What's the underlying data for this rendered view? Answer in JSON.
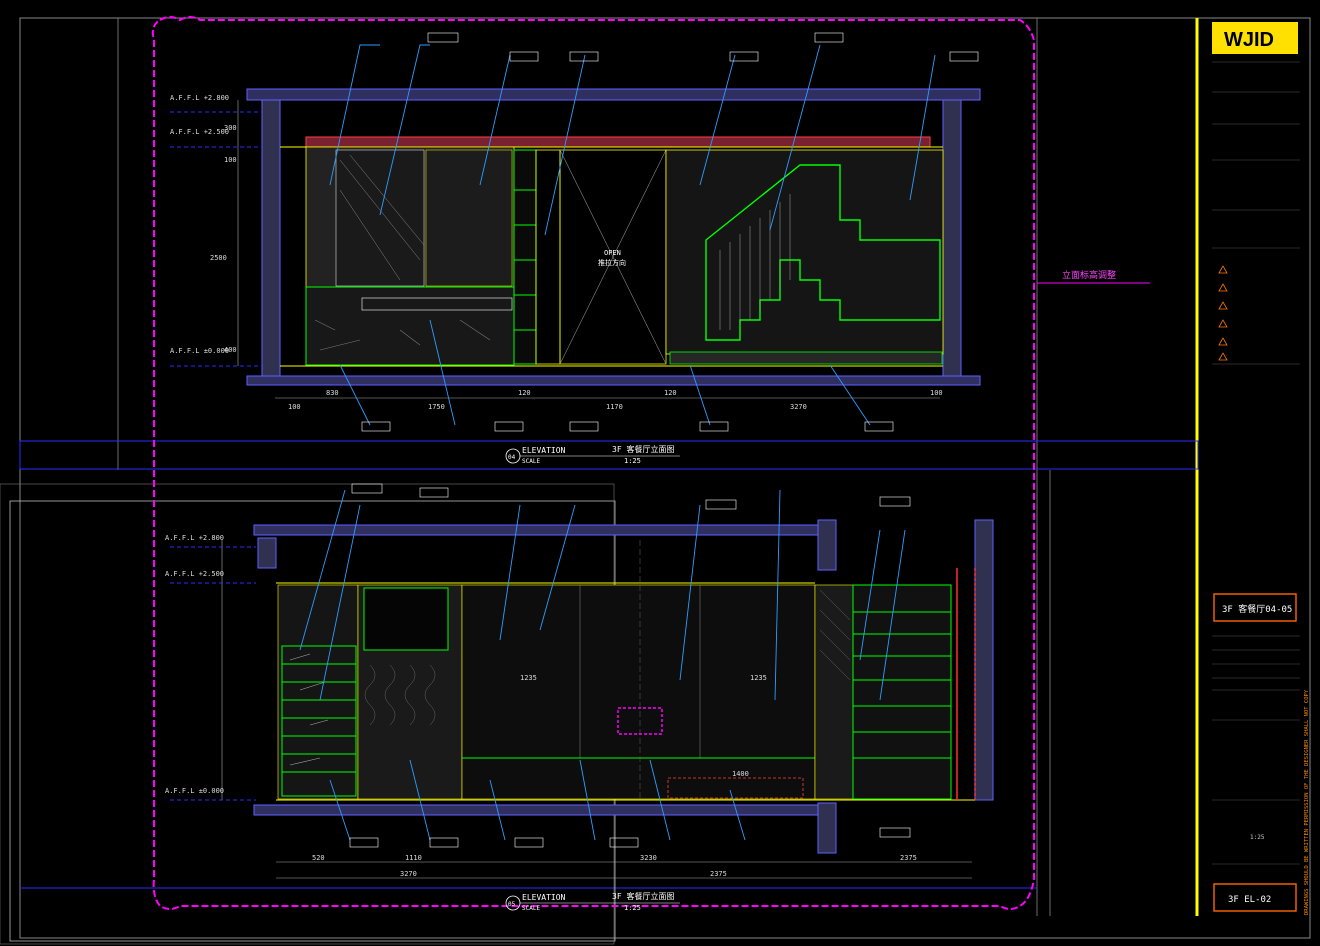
{
  "title_block": {
    "logo": "WJID",
    "drawing_name": "3F 客餐厅04-05",
    "sheet_no": "3F EL-02",
    "scale": "1:25",
    "vertical_note": "DRAWINGS SHOULD BE WRITTEN PERMISSION OF THE DESIGNER SHALL NOT COPY"
  },
  "elevations": [
    {
      "no": "04",
      "caption": "ELEVATION",
      "scale_label": "SCALE",
      "scale": "1:25",
      "title": "3F 客餐厅立面图",
      "levels": [
        "A.F.F.L +2.800",
        "A.F.F.L +2.500",
        "A.F.F.L ±0.000"
      ],
      "dims_bottom": [
        "100",
        "830",
        "1750",
        "120",
        "1170",
        "120",
        "3270",
        "100"
      ],
      "dims_left": [
        "300",
        "100",
        "2500",
        "400"
      ],
      "annotations": [
        "OPEN",
        "推拉方向"
      ]
    },
    {
      "no": "05",
      "caption": "ELEVATION",
      "scale_label": "SCALE",
      "scale": "1:25",
      "title": "3F 客餐厅立面图",
      "levels": [
        "A.F.F.L +2.800",
        "A.F.F.L +2.500",
        "A.F.F.L ±0.000"
      ],
      "dims_bottom": [
        "520",
        "1110",
        "3230",
        "2375"
      ],
      "dims_total": [
        "3270",
        "2375"
      ],
      "dims_inner": [
        "1235",
        "1235",
        "1400"
      ]
    }
  ],
  "side_note": "立面标高调整"
}
